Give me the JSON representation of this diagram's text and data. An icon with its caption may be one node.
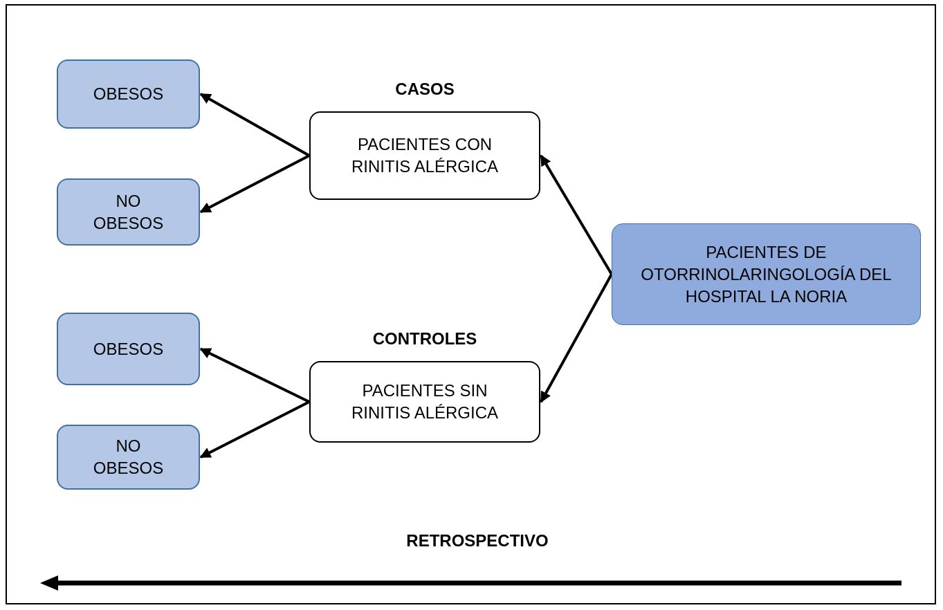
{
  "diagram": {
    "nodes": [
      {
        "text": [
          "OBESOS"
        ]
      },
      {
        "text": [
          "NO OBESOS"
        ]
      },
      {
        "text": [
          "PACIENTES CON RINITIS ALÉRGICA"
        ],
        "beside": [
          "CASOS"
        ]
      },
      {
        "text": [
          "OBESOS"
        ]
      },
      {
        "text": [
          "NO OBESOS"
        ]
      },
      {
        "text": [
          "PACIENTES SIN RINITIS ALÉRGICA"
        ],
        "beside": [
          "CONTROLES"
        ]
      },
      {
        "text": [
          "PACIENTES DE OTORRINOLARINGOLOGÍA DEL HOSPITAL LA NORIA"
        ]
      }
    ],
    "edges": [
      {
        "from": 6,
        "to": 2,
        "arrow": "to"
      },
      {
        "from": 6,
        "to": 5,
        "arrow": "to"
      },
      {
        "from": 2,
        "to": 0,
        "arrow": "to"
      },
      {
        "from": 2,
        "to": 1,
        "arrow": "to"
      },
      {
        "from": 5,
        "to": 3,
        "arrow": "to"
      },
      {
        "from": 5,
        "to": 4,
        "arrow": "to"
      }
    ],
    "labels": [
      "RETROSPECTIVO"
    ]
  }
}
